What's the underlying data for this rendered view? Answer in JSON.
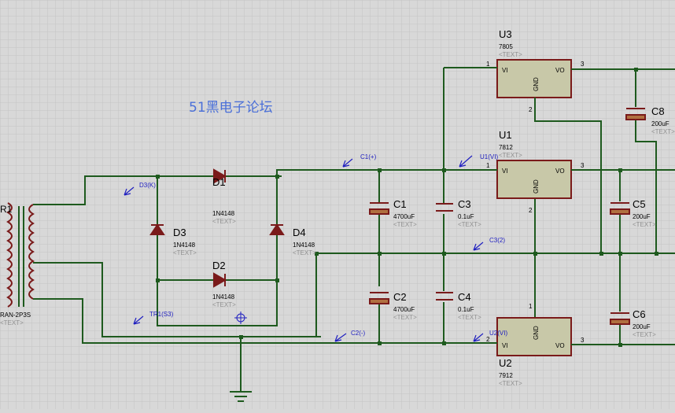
{
  "watermark": "51黑电子论坛",
  "transformer": {
    "ref": "R1",
    "value": "RAN-2P3S",
    "text": "<TEXT>"
  },
  "diodes": [
    {
      "ref": "D1",
      "value": "1N4148",
      "text": "<TEXT>"
    },
    {
      "ref": "D2",
      "value": "1N4148",
      "text": "<TEXT>"
    },
    {
      "ref": "D3",
      "value": "1N4148",
      "text": "<TEXT>"
    },
    {
      "ref": "D4",
      "value": "1N4148",
      "text": "<TEXT>"
    }
  ],
  "capacitors": [
    {
      "ref": "C1",
      "value": "4700uF",
      "text": "<TEXT>"
    },
    {
      "ref": "C2",
      "value": "4700uF",
      "text": "<TEXT>"
    },
    {
      "ref": "C3",
      "value": "0.1uF",
      "text": "<TEXT>"
    },
    {
      "ref": "C4",
      "value": "0.1uF",
      "text": "<TEXT>"
    },
    {
      "ref": "C5",
      "value": "200uF",
      "text": "<TEXT>"
    },
    {
      "ref": "C6",
      "value": "200uF",
      "text": "<TEXT>"
    },
    {
      "ref": "C8",
      "value": "200uF",
      "text": "<TEXT>"
    }
  ],
  "regulators": [
    {
      "ref": "U3",
      "value": "7805",
      "text": "<TEXT>",
      "pin_in": "VI",
      "pin_gnd": "GND",
      "pin_out": "VO",
      "n_in": "1",
      "n_gnd": "2",
      "n_out": "3"
    },
    {
      "ref": "U1",
      "value": "7812",
      "text": "<TEXT>",
      "pin_in": "VI",
      "pin_gnd": "GND",
      "pin_out": "VO",
      "n_in": "1",
      "n_gnd": "2",
      "n_out": "3"
    },
    {
      "ref": "U2",
      "value": "7912",
      "text": "<TEXT>",
      "pin_in": "VI",
      "pin_gnd": "GND",
      "pin_out": "VO",
      "n_in": "2",
      "n_gnd": "1",
      "n_out": "3"
    }
  ],
  "probes": [
    "D3(K)",
    "C1(+)",
    "U1(VI)",
    "C3(2)",
    "TR1(S3)",
    "C2(-)",
    "U2(VI)"
  ],
  "colors": {
    "wire": "#1e5a1e",
    "body": "#c8c8a8",
    "outline": "#7a1a1a",
    "label": "#000000",
    "sublabel": "#909090",
    "probe": "#2020c0",
    "grid": "#c4c4c4",
    "background": "#d8d8d8",
    "watermark": "#4a6fd8"
  }
}
